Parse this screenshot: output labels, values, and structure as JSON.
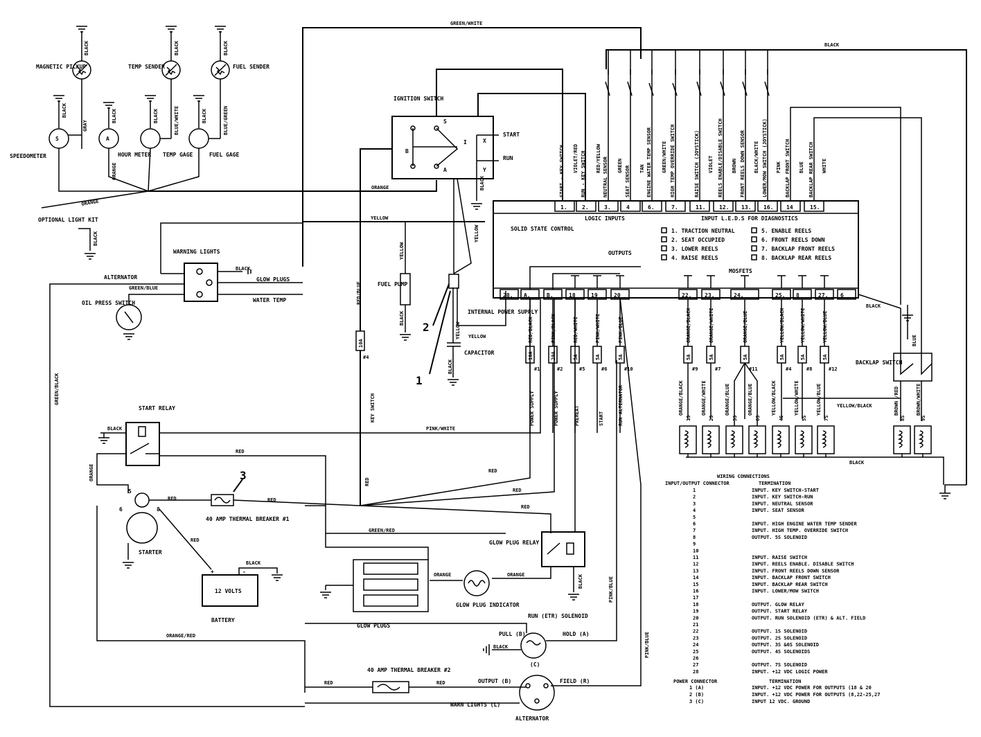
{
  "gauges": {
    "magnetic_pickup": "MAGNETIC PICKUP",
    "temp_sender": "TEMP SENDER",
    "fuel_sender": "FUEL SENDER",
    "speedometer": "SPEEDOMETER",
    "hour_meter": "HOUR METER",
    "temp_gage": "TEMP GAGE",
    "fuel_gage": "FUEL GAGE",
    "optional_light_kit": "OPTIONAL LIGHT KIT"
  },
  "wires": {
    "green_white": "GREEN/WHITE",
    "black": "BLACK",
    "gray": "GRAY",
    "blue_white": "BLUE/WHITE",
    "blue_green": "BLUE/GREEN",
    "orange": "ORANGE",
    "yellow": "YELLOW",
    "red_blue": "RED/BLUE",
    "green_black": "GREEN/BLACK",
    "green_blue": "GREEN/BLUE",
    "red": "RED",
    "pink_white": "PINK/WHITE",
    "pink_blue": "PINK/BLUE",
    "green_red": "GREEN/RED",
    "orange_red": "ORANGE/RED",
    "yellow_black": "YELLOW/BLACK",
    "brown_red": "BROWN /RED",
    "brown_white": "BROWN/WHITE",
    "key_switch": "KEY SWITCH",
    "power_supply": "POWER SUPPLY",
    "preheat": "PREHEAT",
    "start": "START",
    "run_alternator": "RUN ALTERNATOR"
  },
  "ignition": {
    "title": "IGNITION SWITCH",
    "start": "START",
    "run": "RUN",
    "terms": [
      "S",
      "B",
      "I",
      "A",
      "X",
      "Y"
    ]
  },
  "warning_lights": {
    "title": "WARNING LIGHTS",
    "alternator": "ALTERNATOR",
    "glow_plugs": "GLOW PLUGS",
    "water_temp": "WATER TEMP",
    "oil_press": "OIL PRESS SWITCH"
  },
  "components": {
    "fuel_pump": "FUEL PUMP",
    "internal_power": "INTERNAL POWER SUPPLY",
    "capacitor": "CAPACITOR",
    "start_relay": "START RELAY",
    "starter": "STARTER",
    "battery": "BATTERY",
    "battery_volts": "12 VOLTS",
    "breaker1": "40 AMP THERMAL BREAKER #1",
    "breaker2": "40 AMP THERMAL BREAKER #2",
    "glow_plug_relay": "GLOW PLUG RELAY",
    "glow_plug_indicator": "GLOW PLUG INDICATOR",
    "glow_plugs": "GLOW PLUGS",
    "run_solenoid": "RUN (ETR) SOLENOID",
    "pull": "PULL (B)",
    "hold": "HOLD (A)",
    "sol_c": "(C)",
    "output_b": "OUTPUT (B)",
    "field_r": "FIELD (R)",
    "warn_lights_l": "WARN LIGHTS (L)",
    "alternator": "ALTERNATOR",
    "backlap_switch": "BACKLAP SWITCH"
  },
  "callouts": [
    "1",
    "2",
    "3"
  ],
  "controller": {
    "title": "SOLID STATE CONTROL",
    "logic_inputs": "LOGIC INPUTS",
    "input_leds": "INPUT L.E.D.S FOR DIAGNOSTICS",
    "outputs": "OUTPUTS",
    "mosfets": "MOSFETS",
    "leds": [
      "1. TRACTION NEUTRAL",
      "2. SEAT OCCUPIED",
      "3. LOWER REELS",
      "4. RAISE REELS",
      "5. ENABLE REELS",
      "6. FRONT REELS DOWN",
      "7. BACKLAP FRONT REELS",
      "8. BACKLAP REAR REELS"
    ],
    "inputs": [
      {
        "pin": "1.",
        "label": "START - KEY SWITCH"
      },
      {
        "pin": "2.",
        "label": "RUN - KEY SWITCH"
      },
      {
        "pin": "3.",
        "label": "NEUTRAL SENSOR"
      },
      {
        "pin": "4",
        "label": "SEAT SENSOR"
      },
      {
        "pin": "6.",
        "label": "ENGINE WATER TEMP SENSOR"
      },
      {
        "pin": "7.",
        "label": "HIGH TEMP OVERRIDE SWITCH"
      },
      {
        "pin": "11.",
        "label": "RAISE SWITCH (JOYSTICK)"
      },
      {
        "pin": "12.",
        "label": "REELS ENABLE/DISABLE SWITCH"
      },
      {
        "pin": "13.",
        "label": "FRONT REELS DOWN SENSOR"
      },
      {
        "pin": "16.",
        "label": "LOWER/MOW SWITCH (JOYSTICK)"
      },
      {
        "pin": "14",
        "label": "BACKLAP FRONT SWITCH"
      },
      {
        "pin": "15.",
        "label": "BACKLAP REAR SWITCH"
      }
    ],
    "input_wires": [
      "VIOLET/RED",
      "RED/YELLOW",
      "GREEN",
      "TAN",
      "GREEN/WHITE",
      "VIOLET",
      "BROWN",
      "BLACK/WHITE",
      "PINK",
      "BLUE",
      "WHITE"
    ],
    "outputs_pins": [
      {
        "pin": "28.",
        "wire": ""
      },
      {
        "pin": "A.",
        "wire": "RED/BLACK",
        "fuse": "10A",
        "num": "#1",
        "func": "POWER SUPPLY"
      },
      {
        "pin": "B.",
        "wire": "PINK/BLACK",
        "fuse": "20A",
        "num": "#2",
        "func": "POWER SUPPLY"
      },
      {
        "pin": "18",
        "wire": "RED/WHITE",
        "fuse": "5A",
        "num": "#5",
        "func": "PREHEAT"
      },
      {
        "pin": "19",
        "wire": "PINK/WHITE",
        "fuse": "5A",
        "num": "#6",
        "func": "START"
      },
      {
        "pin": "20",
        "wire": "PINK/BLUE",
        "fuse": "5A",
        "num": "#10",
        "func": "RUN ALTERNATOR"
      },
      {
        "pin": "22.",
        "wire": "ORANGE/BLACK",
        "fuse": "5A",
        "num": "#9",
        "sol": "1S"
      },
      {
        "pin": "23.",
        "wire": "ORANGE/WHITE",
        "fuse": "5A",
        "num": "#7",
        "sol": "2S"
      },
      {
        "pin": "24.",
        "wire": "ORANGE/BLUE",
        "fuse": "5A",
        "num": "#11",
        "sol": "3S"
      },
      {
        "pin": "25.",
        "wire": "YELLOW/BLACK",
        "fuse": "5A",
        "num": "#4",
        "sol": "4S"
      },
      {
        "pin": "8",
        "wire": "YELLOW/WHITE",
        "fuse": "5A",
        "num": "#8",
        "sol": "5S"
      },
      {
        "pin": "27.",
        "wire": "YELLOW/BLUE",
        "fuse": "5A",
        "num": "#12",
        "sol": "7S"
      },
      {
        "pin": "6",
        "wire": "BLACK"
      }
    ],
    "solenoid_wires": [
      "ORANGE/BLACK",
      "ORANGE/WHITE",
      "ORANGE/BLUE",
      "ORANGE/BLUE",
      "YELLOW/BLACK",
      "YELLOW/WHITE",
      "YELLOW/BLUE"
    ],
    "solenoids": [
      "1S",
      "2S",
      "3S",
      "6S",
      "4S",
      "5S",
      "7S",
      "8S",
      "9S"
    ]
  },
  "fuse_4": {
    "fuse": "10A",
    "num": "#4"
  },
  "table": {
    "title": "WIRING CONNECTIONS",
    "h1": "INPUT/OUTPUT CONNECTOR",
    "h2": "TERMINATION",
    "rows": [
      [
        "1",
        "INPUT. KEY SWITCH-START"
      ],
      [
        "2",
        "INPUT. KEY SWITCH-RUN"
      ],
      [
        "3",
        "INPUT. NEUTRAL SENSOR"
      ],
      [
        "4",
        "INPUT. SEAT SENSOR"
      ],
      [
        "5",
        ""
      ],
      [
        "6",
        "INPUT. HIGH ENGINE WATER TEMP SENDER"
      ],
      [
        "7",
        "INPUT. HIGH TEMP. OVERRIDE SWITCH"
      ],
      [
        "8",
        "OUTPUT. 5S SOLENOID"
      ],
      [
        "9",
        ""
      ],
      [
        "10",
        ""
      ],
      [
        "11",
        "INPUT. RAISE SWITCH"
      ],
      [
        "12",
        "INPUT. REELS ENABLE. DISABLE SWITCH"
      ],
      [
        "13",
        "INPUT. FRONT REELS DOWN SENSOR"
      ],
      [
        "14",
        "INPUT. BACKLAP FRONT SWITCH"
      ],
      [
        "15",
        "INPUT. BACKLAP REAR SWITCH"
      ],
      [
        "16",
        "INPUT. LOWER/MOW SWITCH"
      ],
      [
        "17",
        ""
      ],
      [
        "18",
        "OUTPUT. GLOW RELAY"
      ],
      [
        "19",
        "OUTPUT. START RELAY"
      ],
      [
        "20",
        "OUTPUT. RUN SOLENOID (ETR) & ALT. FIELD"
      ],
      [
        "21",
        ""
      ],
      [
        "22",
        "OUTPUT. 1S SOLENOID"
      ],
      [
        "23",
        "OUTPUT. 2S SOLENOID"
      ],
      [
        "24",
        "OUTPUT. 3S &6S SOLENOID"
      ],
      [
        "25",
        "OUTPUT. 4S SOLENOIDS"
      ],
      [
        "26",
        ""
      ],
      [
        "27",
        "OUTPUT. 7S SOLENOID"
      ],
      [
        "28",
        "INPUT. +12 VDC LOGIC POWER"
      ]
    ],
    "power_h1": "POWER CONNECTOR",
    "power_h2": "TERMINATION",
    "power_rows": [
      [
        "1 (A)",
        "INPUT. +12 VDC POWER FOR OUTPUTS (18 & 20"
      ],
      [
        "2 (B)",
        "INPUT. +12 VDC POWER FOR OUTPUTS (8,22-25,27"
      ],
      [
        "3 (C)",
        "INPUT 12 VDC. GROUND"
      ]
    ]
  }
}
